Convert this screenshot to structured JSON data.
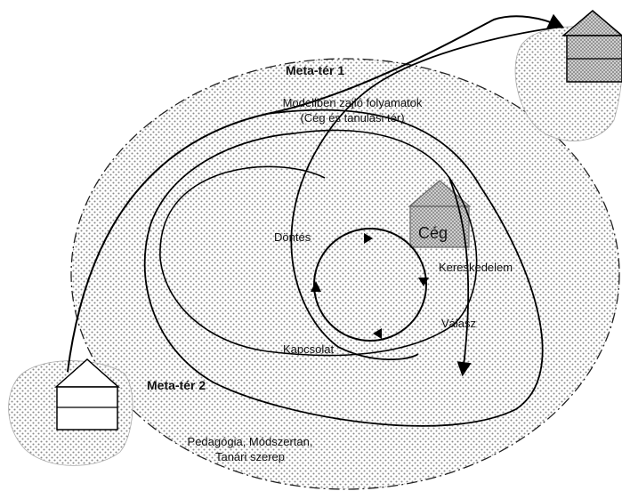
{
  "regions": {
    "meta1": "Meta-tér 1",
    "meta2": "Meta-tér 2"
  },
  "processes": {
    "line1": "Modellben zajló folyamatok",
    "line2": "(Cég és tanulási tér)"
  },
  "pedagogy": {
    "line1": "Pedagógia, Módszertan,",
    "line2": "Tanári szerep"
  },
  "cycle": {
    "decision": "Döntés",
    "trade": "Kereskedelem",
    "answer": "Válasz",
    "connection": "Kapcsolat"
  },
  "company": {
    "label": "Cég"
  }
}
